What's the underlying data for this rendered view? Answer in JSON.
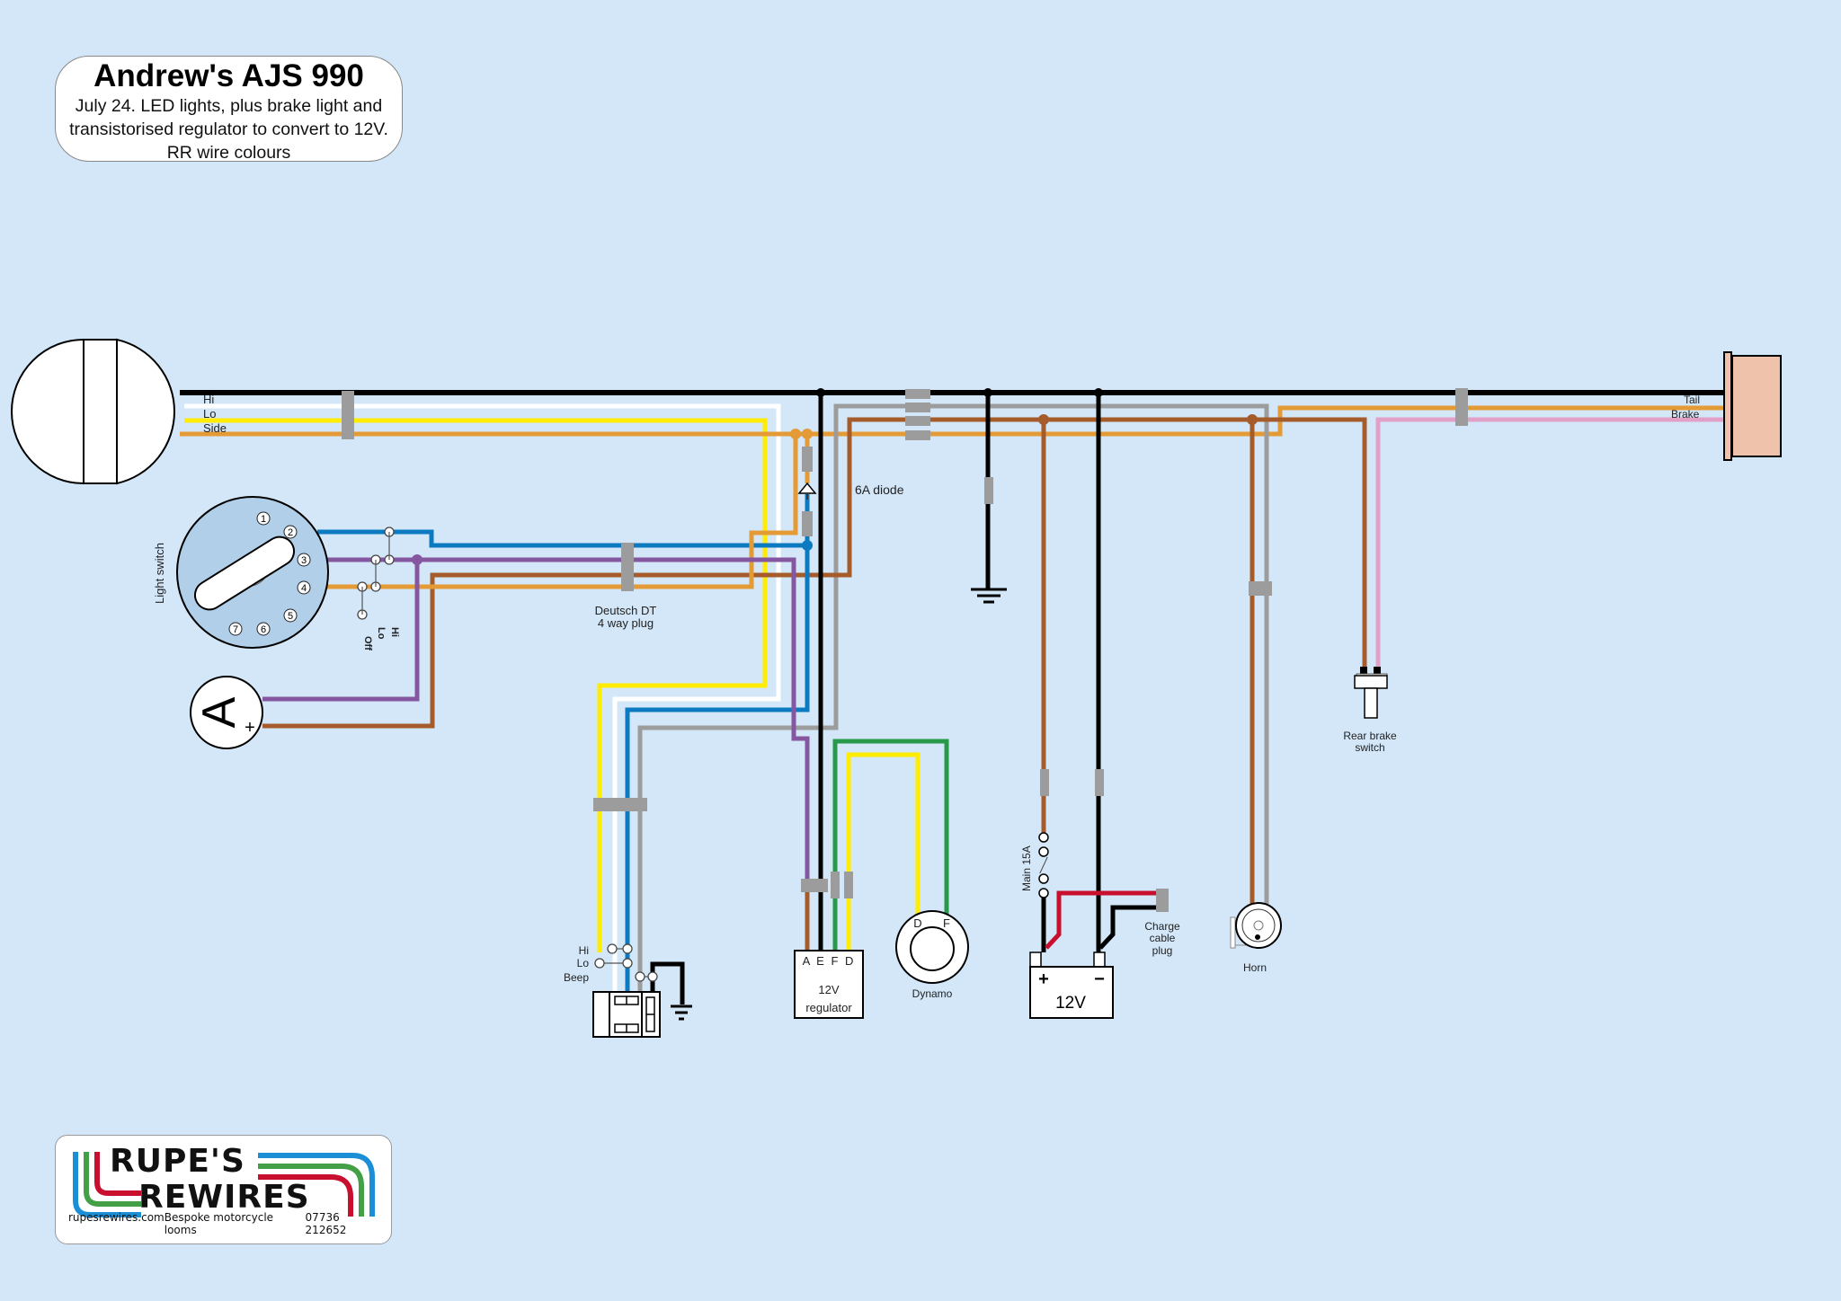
{
  "title": {
    "heading": "Andrew's AJS 990",
    "description": "July 24. LED lights, plus brake light and transistorised regulator to convert to 12V. RR wire colours"
  },
  "colors": {
    "background": "#d3e7f9",
    "black": "#000000",
    "white": "#ffffff",
    "yellow": "#ffec00",
    "orange": "#e49a35",
    "blue": "#0c7ac0",
    "purple": "#8557a0",
    "brown": "#a65c2a",
    "grey": "#9c9c9c",
    "green": "#28994a",
    "red": "#c8102e",
    "pink": "#e0a0c8",
    "connector": "#9c9c9c",
    "tail_lamp": "#efc2ab",
    "switch_face": "#b2cfe9"
  },
  "headlamp": {
    "labels": [
      "Hi",
      "Lo",
      "Side"
    ]
  },
  "light_switch": {
    "label": "Light switch",
    "terminals": [
      "1",
      "2",
      "3",
      "4",
      "5",
      "6",
      "7"
    ],
    "positions": [
      "Off",
      "Lo",
      "Hi"
    ]
  },
  "ammeter": {
    "symbol": "A",
    "polarity": "+"
  },
  "labels": {
    "diode": "6A diode",
    "deutsch_line1": "Deutsch DT",
    "deutsch_line2": "4 way plug",
    "tail": "Tail",
    "brake": "Brake",
    "rear_brake_line1": "Rear brake",
    "rear_brake_line2": "switch",
    "horn": "Horn",
    "dynamo": "Dynamo",
    "dynamo_d": "D",
    "dynamo_f": "F",
    "fuse": "Main 15A",
    "charge_line1": "Charge",
    "charge_line2": "cable",
    "charge_line3": "plug",
    "battery": "12V",
    "battery_plus": "+",
    "battery_minus": "−"
  },
  "regulator": {
    "terminals": "A E F D",
    "line1": "12V",
    "line2": "regulator"
  },
  "handlebar_switch": {
    "labels": [
      "Hi",
      "Lo",
      "Beep"
    ]
  },
  "logo": {
    "line1": "RUPE'S",
    "line2": "REWIRES",
    "website": "rupesrewires.com",
    "tagline": "Bespoke motorcycle looms",
    "phone": "07736 212652"
  }
}
